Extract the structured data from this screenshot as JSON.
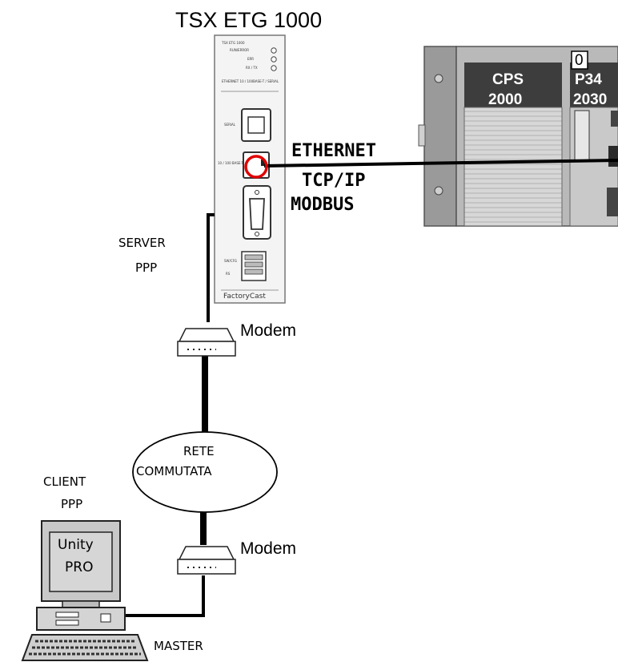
{
  "device": {
    "title": "TSX ETG 1000",
    "brand": "FactoryCast",
    "panel_small_labels": [
      "TSX ETG 1000",
      "RUN/ERROR",
      "ERR",
      "RX / TX",
      "ETHERNET 10 / 100BASE-T / SERIAL",
      "SERIAL",
      "10 / 100 BASE-T",
      "SW/CFG",
      "RS"
    ]
  },
  "rack": {
    "slot_number": "0",
    "cps_label": "CPS",
    "cps_number": "2000",
    "cpu_label": "P34",
    "cpu_number": "2030"
  },
  "ethernet_link": {
    "line1": "ETHERNET",
    "line2": "TCP/IP",
    "line3": "MODBUS"
  },
  "server_label": {
    "line1": "SERVER",
    "line2": "PPP"
  },
  "modem_top_label": "Modem",
  "modem_bottom_label": "Modem",
  "network_label": {
    "line1": "RETE",
    "line2": "COMMUTATA"
  },
  "client_label": {
    "line1": "CLIENT",
    "line2": "PPP"
  },
  "pc_screen": {
    "line1": "Unity",
    "line2": "PRO"
  },
  "master_label": "MASTER",
  "colors": {
    "highlight_ring": "#e00000",
    "cable": "#000000",
    "rack_body": "#b9b9b9"
  }
}
